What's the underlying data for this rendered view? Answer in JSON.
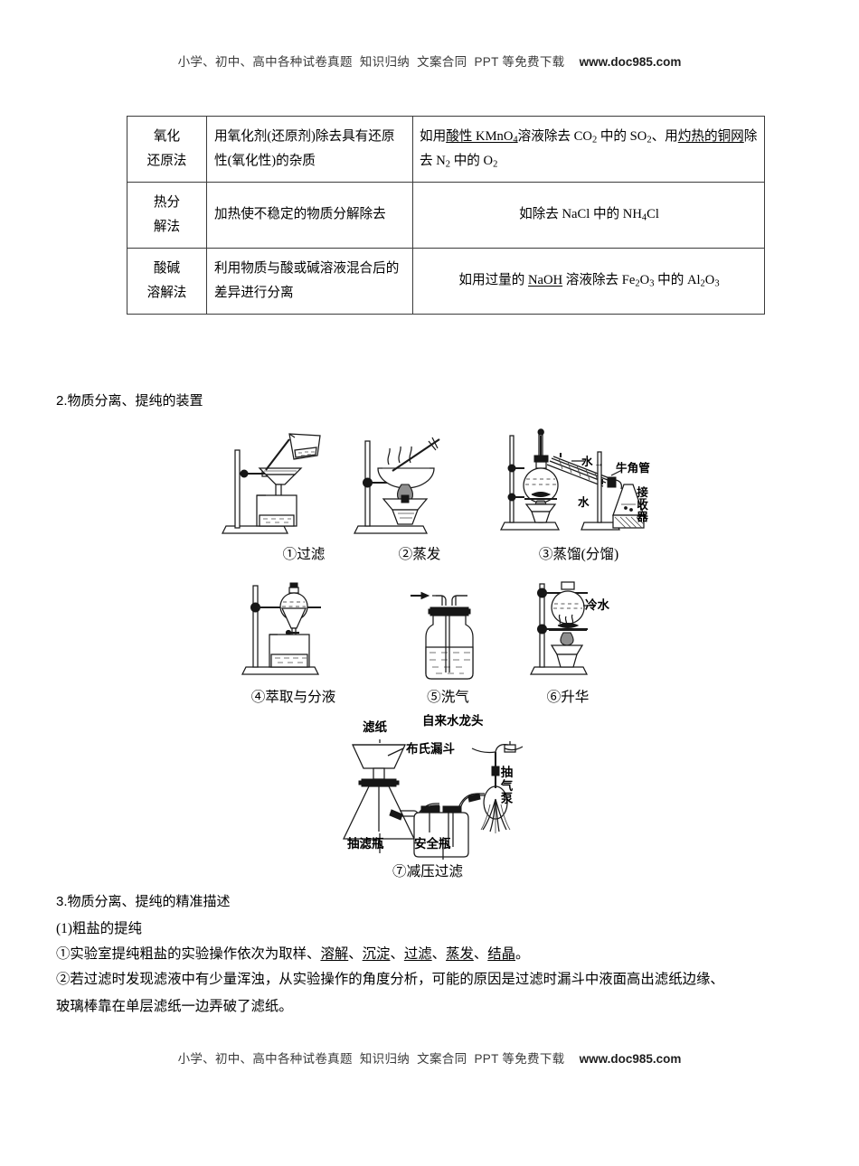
{
  "runheads": {
    "text": "小学、初中、高中各种试卷真题  知识归纳  文案合同  PPT 等免费下载",
    "url": "www.doc985.com"
  },
  "table": {
    "rows": [
      {
        "method": "氧化\n还原法",
        "principle": "用氧化剂(还原剂)除去具有还原性(氧化性)的杂质",
        "example_html": "如用<u>酸性 KMnO<sub>4</sub></u>溶液除去 CO<sub>2</sub> 中的 SO<sub>2</sub>、用<u>灼热的铜网</u>除去 N<sub>2</sub> 中的 O<sub>2</sub>",
        "example_plain": "如用酸性 KMnO4 溶液除去 CO2 中的 SO2、用灼热的铜网除去 N2 中的 O2",
        "align": "left"
      },
      {
        "method": "热分\n解法",
        "principle": "加热使不稳定的物质分解除去",
        "example_html": "如除去 NaCl 中的 NH<sub>4</sub>Cl",
        "example_plain": "如除去 NaCl 中的 NH4Cl",
        "align": "center"
      },
      {
        "method": "酸碱\n溶解法",
        "principle": "利用物质与酸或碱溶液混合后的差异进行分离",
        "example_html": "如用过量的 <u>NaOH</u> 溶液除去 Fe<sub>2</sub>O<sub>3</sub> 中的 Al<sub>2</sub>O<sub>3</sub>",
        "example_plain": "如用过量的 NaOH 溶液除去 Fe2O3 中的 Al2O3",
        "align": "center"
      }
    ]
  },
  "section2": {
    "heading": "2.物质分离、提纯的装置",
    "figures": [
      {
        "caption": "①过滤",
        "labels": []
      },
      {
        "caption": "②蒸发",
        "labels": []
      },
      {
        "caption": "③蒸馏(分馏)",
        "labels": [
          "水",
          "水",
          "牛角管",
          "接收器"
        ]
      },
      {
        "caption": "④萃取与分液",
        "labels": []
      },
      {
        "caption": "⑤洗气",
        "labels": []
      },
      {
        "caption": "⑥升华",
        "labels": [
          "冷水"
        ]
      },
      {
        "caption": "⑦减压过滤",
        "labels": [
          "滤纸",
          "布氏漏斗",
          "自来水龙头",
          "抽气泵",
          "抽滤瓶",
          "安全瓶"
        ]
      }
    ],
    "fig3_labels": {
      "water_top": "水",
      "water_bottom": "水",
      "adapter": "牛角管",
      "receiver": "接收器"
    },
    "fig6_labels": {
      "cold_water": "冷水"
    },
    "fig7_labels": {
      "filter_paper": "滤纸",
      "buchner_funnel": "布氏漏斗",
      "tap": "自来水龙头",
      "pump": "抽气泵",
      "suction_flask": "抽滤瓶",
      "safety_bottle": "安全瓶"
    }
  },
  "section3": {
    "heading": "3.物质分离、提纯的精准描述",
    "sub1": "(1)粗盐的提纯",
    "item1_html": "①实验室提纯粗盐的实验操作依次为取样、<u>溶解</u>、<u>沉淀</u>、<u>过滤</u>、<u>蒸发</u>、<u>结晶</u>。",
    "item1_plain": "①实验室提纯粗盐的实验操作依次为取样、溶解、沉淀、过滤、蒸发、结晶。",
    "item2": "②若过滤时发现滤液中有少量浑浊，从实验操作的角度分析，可能的原因是过滤时漏斗中液面高出滤纸边缘、玻璃棒靠在单层滤纸一边弄破了滤纸。"
  }
}
